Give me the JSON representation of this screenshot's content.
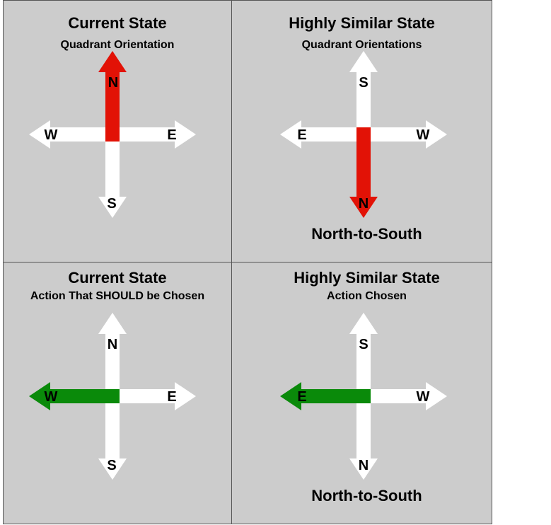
{
  "colors": {
    "highlight_red": "#e21206",
    "highlight_green": "#0a8a0a",
    "arrow": "#ffffff",
    "panel_bg": "#cccccc"
  },
  "panels": [
    {
      "title": "Current State",
      "subtitle": "Quadrant Orientation",
      "labels": {
        "up": "N",
        "right": "E",
        "down": "S",
        "left": "W"
      },
      "highlight": "up",
      "highlight_color": "red"
    },
    {
      "title": "Highly Similar State",
      "subtitle": "Quadrant Orientations",
      "labels": {
        "up": "S",
        "right": "W",
        "down": "N",
        "left": "E"
      },
      "highlight": "down",
      "highlight_color": "red",
      "footer": "North-to-South"
    },
    {
      "title": "Current State",
      "subtitle": "Action That SHOULD be Chosen",
      "labels": {
        "up": "N",
        "right": "E",
        "down": "S",
        "left": "W"
      },
      "highlight": "left",
      "highlight_color": "green"
    },
    {
      "title": "Highly Similar State",
      "subtitle": "Action Chosen",
      "labels": {
        "up": "S",
        "right": "W",
        "down": "N",
        "left": "E"
      },
      "highlight": "left",
      "highlight_color": "green",
      "footer": "North-to-South"
    }
  ]
}
